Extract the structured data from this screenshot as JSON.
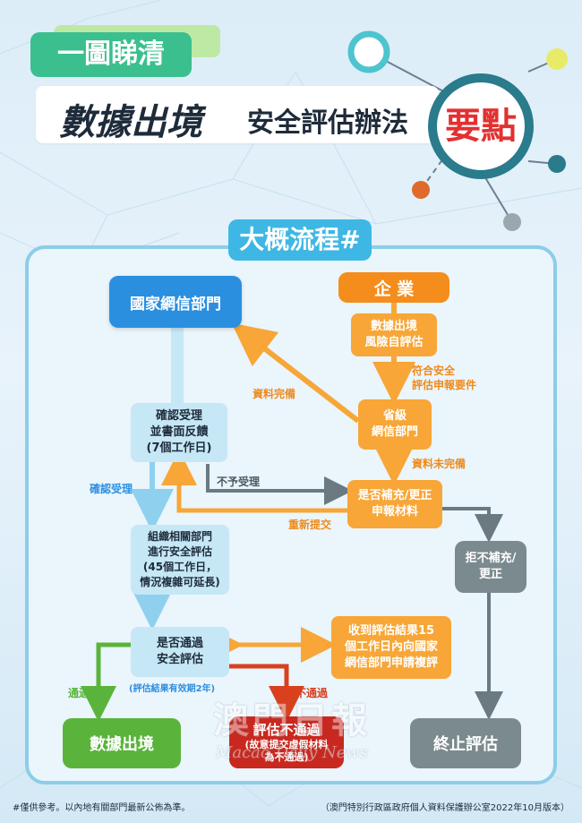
{
  "header": {
    "tag": "一圖睇清",
    "title_main": "數據出境",
    "title_sub": "安全評估辦法",
    "key_points": "要點"
  },
  "section_title": "大概流程#",
  "nodes": {
    "cac": "國家網信部門",
    "enterprise": "企  業",
    "self_assess": "數據出境\n風險自評估",
    "provincial": "省級\n網信部門",
    "confirm": "確認受理\n並書面反饋\n(7個工作日)",
    "supplement": "是否補充/更正\n申報材料",
    "refuse": "拒不補充/\n更正",
    "organize": "組織相關部門\n進行安全評估\n(45個工作日，\n情況複雜可延長)",
    "pass_check": "是否通過\n安全評估",
    "review": "收到評估結果15\n個工作日內向國家\n網信部門申請複評",
    "export": "數據出境",
    "fail_title": "評估不通過",
    "fail_note": "(故意提交虛假材料\n為不通過)",
    "terminate": "終止評估"
  },
  "edge_labels": {
    "complete": "資料完備",
    "meets": "符合安全\n評估申報要件",
    "incomplete": "資料未完備",
    "not_accepted": "不予受理",
    "resubmit": "重新提交",
    "confirm_accept": "確認受理",
    "validity": "(評估結果有效期2年)",
    "passed": "通過",
    "not_passed": "不通過"
  },
  "watermark": {
    "cn": "澳門日報",
    "en": "Macao Daily News"
  },
  "footer": {
    "left": "#僅供參考。以內地有關部門最新公佈為準。",
    "right": "（澳門特別行政區政府個人資料保護辦公室2022年10月版本）"
  },
  "colors": {
    "orange": "#f7a637",
    "blue": "#2b8fe0",
    "light_blue": "#c6e7f6",
    "gray": "#7b8a8e",
    "green": "#5ab43b",
    "red": "#c9281f"
  }
}
